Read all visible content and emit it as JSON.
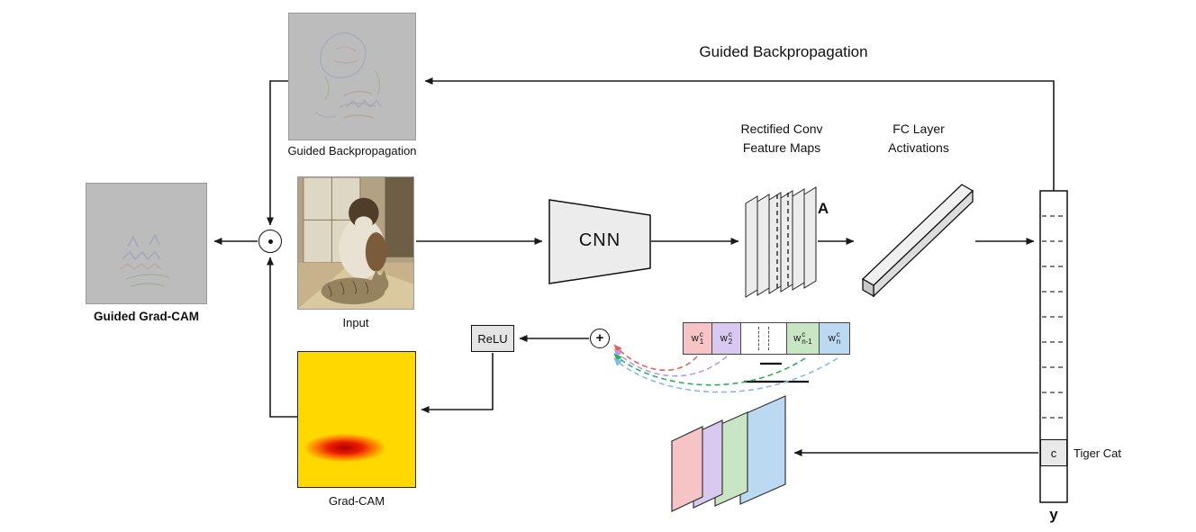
{
  "diagram": {
    "top_arrow_label": "Guided Backpropagation",
    "guided_backprop_image_label": "Guided Backpropagation",
    "guided_gradcam_label": "Guided Grad-CAM",
    "input_label": "Input",
    "gradcam_label": "Grad-CAM",
    "cnn_label": "CNN",
    "relu_label": "ReLU",
    "feature_maps_label_line1": "Rectified Conv",
    "feature_maps_label_line2": "Feature Maps",
    "fc_label_line1": "FC Layer",
    "fc_label_line2": "Activations",
    "activation_symbol": "A",
    "output_vector_symbol": "y",
    "class_cell_label": "c",
    "class_name": "Tiger Cat",
    "sum_symbol": "+",
    "weights": [
      {
        "base": "w",
        "sup": "c",
        "sub": "1"
      },
      {
        "base": "w",
        "sup": "c",
        "sub": "2"
      },
      {
        "base": "w",
        "sup": "c",
        "sub": "n-1"
      },
      {
        "base": "w",
        "sup": "c",
        "sub": "n"
      }
    ],
    "colors": {
      "weight_1": "#f6c3c6",
      "weight_2": "#d9c8ef",
      "weight_n1": "#c8e6c3",
      "weight_n": "#bcd9f2",
      "arrow_red": "#e0635a",
      "arrow_purple": "#b49de0",
      "arrow_green": "#2eaf62",
      "arrow_blue": "#86b9ea",
      "line_black": "#1a1a1a"
    }
  }
}
